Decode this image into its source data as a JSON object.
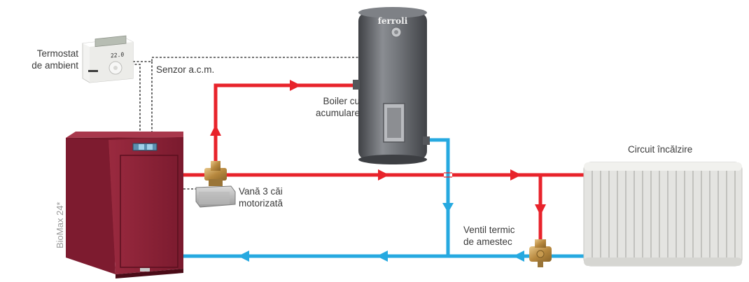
{
  "labels": {
    "thermostat": [
      "Termostat",
      "de ambient"
    ],
    "dhw_sensor": "Senzor a.c.m.",
    "boiler": [
      "Boiler cu",
      "acumulare"
    ],
    "heating_circuit": "Circuit încălzire",
    "three_way_valve": [
      "Vană 3 căi",
      "motorizată"
    ],
    "mixing_valve": [
      "Ventil termic",
      "de amestec"
    ],
    "boiler_brand": "ferroli",
    "thermostat_display": "22.0",
    "product_name": "BioMax 24*"
  },
  "colors": {
    "supply": "#e8232b",
    "return": "#26a9e0",
    "boiler_body": "#8c1f33",
    "tank_body": "#6b6e73",
    "radiator": "#e6e6e3",
    "sensor_wire": "#444444"
  },
  "icons": [
    "room-thermostat-icon",
    "ferroli-tank-icon",
    "biomass-boiler-icon",
    "motorized-3-way-valve-icon",
    "thermostatic-mixing-valve-icon",
    "radiator-icon",
    "flow-arrow-icon"
  ]
}
